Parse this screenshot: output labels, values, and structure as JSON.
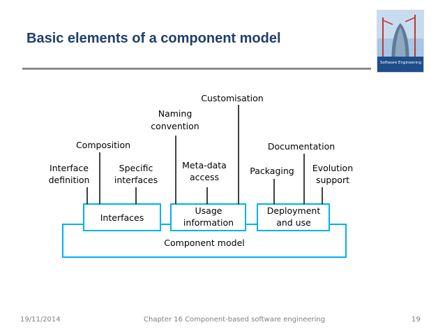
{
  "slide": {
    "title": "Basic elements of a component model"
  },
  "cover_image": {
    "label": "Software Engineering",
    "accent": "#1d4e89"
  },
  "diagram": {
    "outer_box": "Component model",
    "boxes": {
      "interfaces": "Interfaces",
      "usage": [
        "Usage",
        "information"
      ],
      "deployment": [
        "Deployment",
        "and use"
      ]
    },
    "labels": {
      "customisation": "Customisation",
      "naming": [
        "Naming",
        "convention"
      ],
      "composition": "Composition",
      "interface_definition": [
        "Interface",
        "definition"
      ],
      "specific_interfaces": [
        "Specific",
        "interfaces"
      ],
      "meta_data": [
        "Meta-data",
        "access"
      ],
      "documentation": "Documentation",
      "packaging": "Packaging",
      "evolution": [
        "Evolution",
        "support"
      ]
    },
    "colors": {
      "box_stroke": "#00b0f0",
      "line": "#000000"
    }
  },
  "footer": {
    "date": "19/11/2014",
    "chapter": "Chapter 16 Component-based software engineering",
    "page": "19"
  }
}
